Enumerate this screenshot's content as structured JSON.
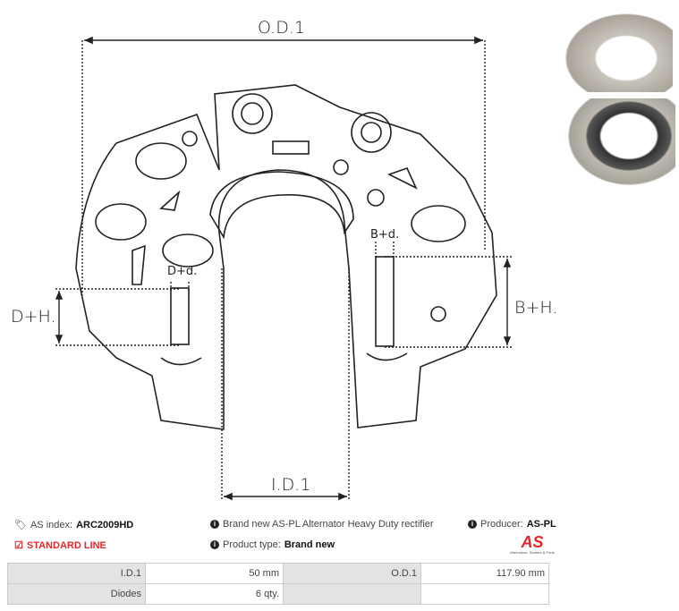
{
  "diagram": {
    "od_label": "O.D.1",
    "id_label": "I.D.1",
    "dh_label": "D+H.",
    "bh_label": "B+H.",
    "dd_label": "D+d.",
    "bd_label": "B+d."
  },
  "info": {
    "as_index_label": "AS index:",
    "as_index_value": "ARC2009HD",
    "standard_line": "STANDARD LINE",
    "description": "Brand new AS-PL Alternator Heavy Duty rectifier",
    "product_type_label": "Product type:",
    "product_type_value": "Brand new",
    "producer_label": "Producer:",
    "producer_value": "AS-PL"
  },
  "logo": {
    "text": "AS",
    "tagline": "Alternators, Starters & Parts"
  },
  "table": [
    [
      "I.D.1",
      "50 mm",
      "O.D.1",
      "117.90 mm"
    ],
    [
      "Diodes",
      "6 qty.",
      "",
      ""
    ]
  ],
  "colors": {
    "accent": "#e8262a"
  }
}
